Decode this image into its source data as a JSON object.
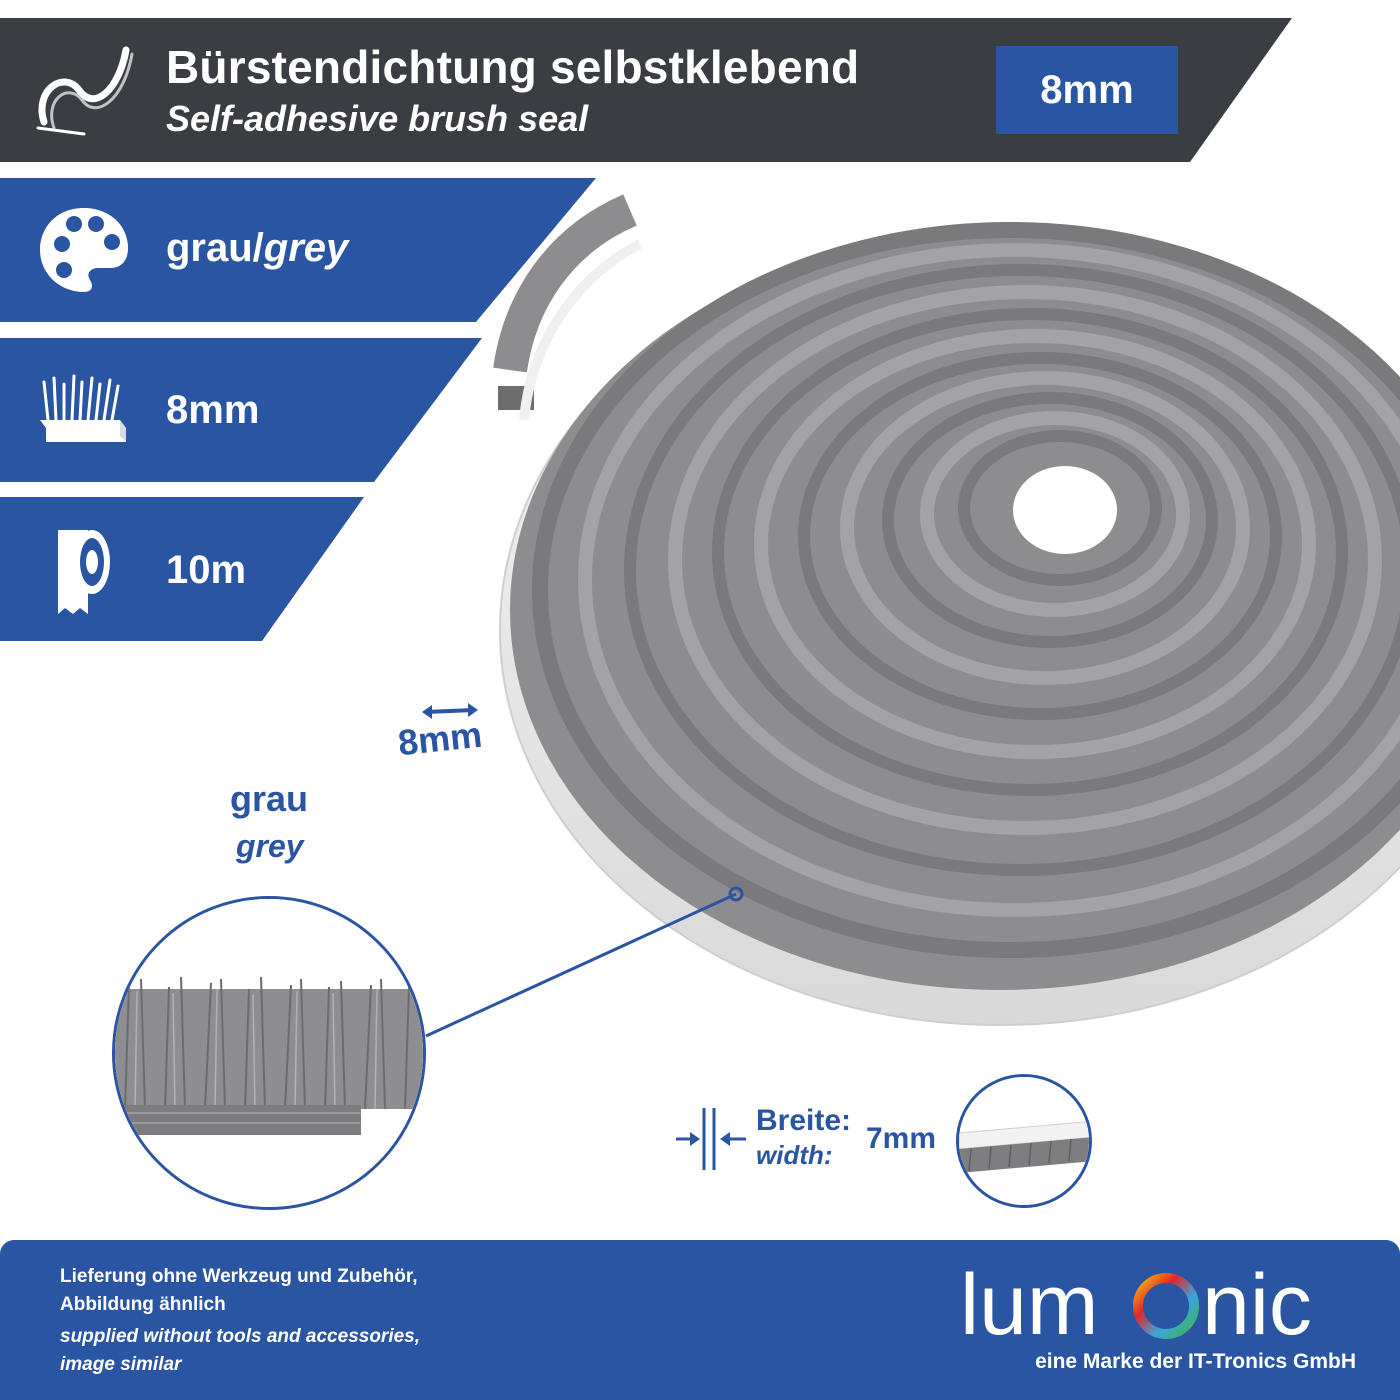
{
  "header": {
    "title_de": "Bürstendichtung selbstklebend",
    "title_en": "Self-adhesive brush seal",
    "size_badge": "8mm"
  },
  "features": [
    {
      "icon": "palette-icon",
      "label_de": "grau/",
      "label_en": "grey"
    },
    {
      "icon": "brush-icon",
      "label": "8mm"
    },
    {
      "icon": "tape-roll-icon",
      "label": "10m"
    }
  ],
  "product": {
    "dimension_label": "8mm",
    "color_de": "grau",
    "color_en": "grey",
    "width_de": "Breite:",
    "width_en": "width:",
    "width_value": "7mm"
  },
  "footer": {
    "line1": "Lieferung ohne Werkzeug und Zubehör,",
    "line2": "Abbildung ähnlich",
    "line3": "supplied without tools and accessories,",
    "line4": "image similar",
    "logo_text_1": "lum",
    "logo_text_2": "nic",
    "tagline": "eine Marke der IT-Tronics GmbH"
  },
  "colors": {
    "brand_blue": "#2a55a2",
    "header_dark": "#3a3d42",
    "seal_grey": "#8a8a8c"
  }
}
